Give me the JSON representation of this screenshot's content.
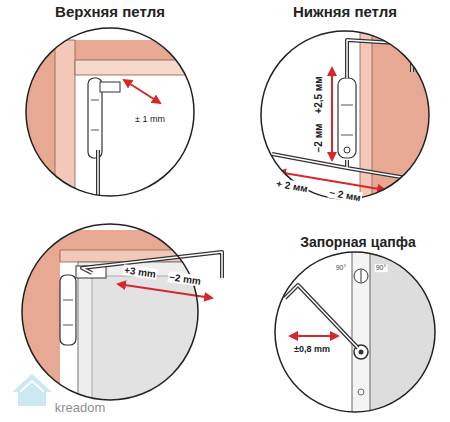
{
  "diagram": {
    "labels": [
      "Верхняя петля",
      "± 1 mm",
      "Нижняя петля",
      "+2,5 мм",
      "−2 мм",
      "+ 2 мм",
      "− 2 мм",
      "+3 mm",
      "−2 mm",
      "Запорная цапфа",
      "90°",
      "90°",
      "±0,8 mm",
      "kreadom"
    ]
  }
}
